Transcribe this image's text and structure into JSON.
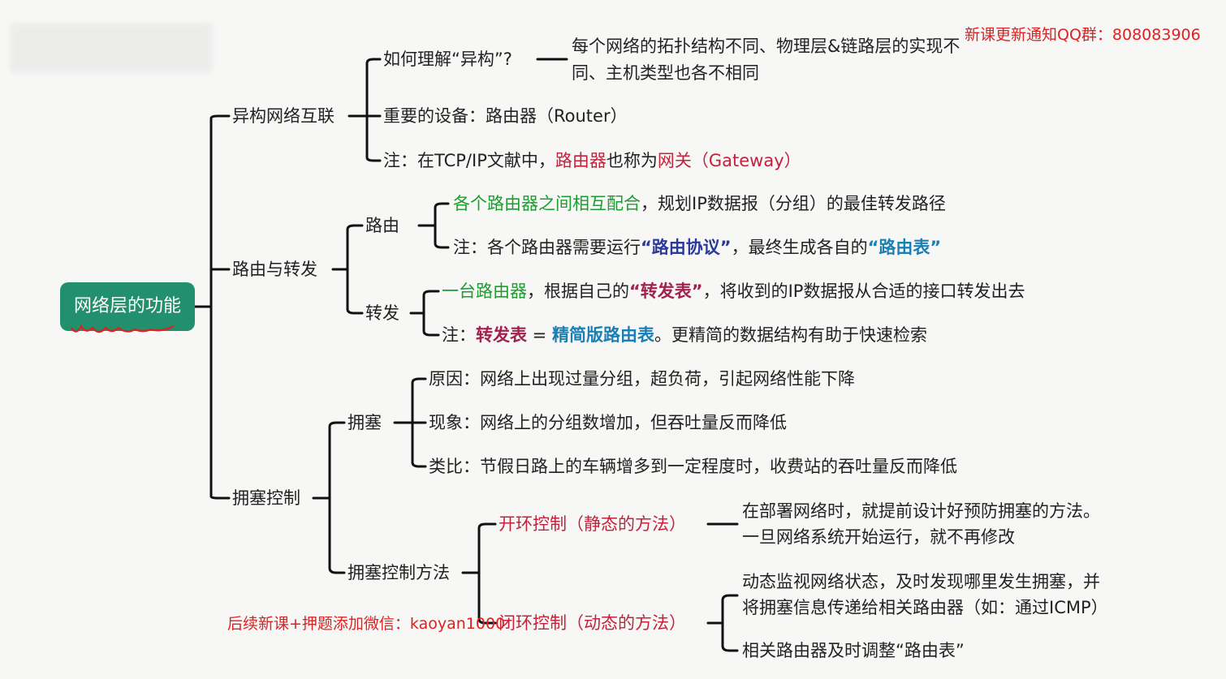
{
  "root": "网络层的功能",
  "branches": {
    "heterogeneous": {
      "label": "异构网络互联",
      "q_label": "如何理解“异构”?",
      "q_answer": "每个网络的拓扑结构不同、物理层&链路层的实现不同、主机类型也各不相同",
      "device": "重要的设备：路由器（Router）",
      "note_prefix": "注：在TCP/IP文献中，",
      "note_router": "路由器",
      "note_mid": "也称为",
      "note_gateway": "网关",
      "note_suffix": "（Gateway）"
    },
    "routing_forwarding": {
      "label": "路由与转发",
      "routing": {
        "label": "路由",
        "line1_green": "各个路由器之间相互配合",
        "line1_rest": "，规划IP数据报（分组）的最佳转发路径",
        "line2_prefix": "注：各个路由器需要运行",
        "line2_protocol": "“路由协议”",
        "line2_mid": "，最终生成各自的",
        "line2_table": "“路由表”"
      },
      "forwarding": {
        "label": "转发",
        "line1_green": "一台路由器",
        "line1_mid": "，根据自己的",
        "line1_table": "“转发表”",
        "line1_rest": "，将收到的IP数据报从合适的接口转发出去",
        "line2_prefix": "注：",
        "line2_fwd": "转发表",
        "line2_eq": " = ",
        "line2_simplified": "精简版路由表",
        "line2_rest": "。更精简的数据结构有助于快速检索"
      }
    },
    "congestion": {
      "label": "拥塞控制",
      "congestion": {
        "label": "拥塞",
        "cause": "原因：网络上出现过量分组，超负荷，引起网络性能下降",
        "phenomenon": "现象：网络上的分组数增加，但吞吐量反而降低",
        "analogy": "类比：节假日路上的车辆增多到一定程度时，收费站的吞吐量反而降低"
      },
      "methods": {
        "label": "拥塞控制方法",
        "open_loop": "开环控制（静态的方法）",
        "open_loop_desc_1": "在部署网络时，就提前设计好预防拥塞的方法。",
        "open_loop_desc_2": "一旦网络系统开始运行，就不再修改",
        "closed_loop": "闭环控制（动态的方法）",
        "closed_loop_desc_1": "动态监视网络状态，及时发现哪里发生拥塞，并",
        "closed_loop_desc_2": "将拥塞信息传递给相关路由器（如：通过ICMP）",
        "closed_loop_desc_3": "相关路由器及时调整“路由表”"
      }
    }
  },
  "watermark_top": "新课更新通知QQ群：808083906",
  "watermark_bottom": "后续新课+押题添加微信：kaoyan1000"
}
